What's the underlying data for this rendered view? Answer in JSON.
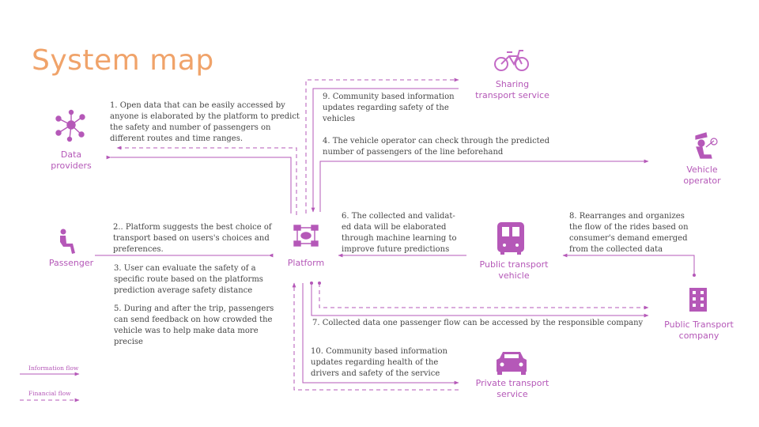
{
  "title": "System map",
  "colors": {
    "accent": "#b558b8",
    "title": "#f0a36a",
    "text": "#444444"
  },
  "nodes": {
    "data_providers": {
      "label1": "Data",
      "label2": "providers",
      "icon": "network-icon"
    },
    "passenger": {
      "label1": "Passenger",
      "icon": "seated-person-icon"
    },
    "platform": {
      "label1": "Platform",
      "icon": "platform-network-icon"
    },
    "sharing": {
      "label1": "Sharing",
      "label2": "transport service",
      "icon": "bicycle-icon"
    },
    "vehicle_operator": {
      "label1": "Vehicle",
      "label2": "operator",
      "icon": "driver-icon"
    },
    "public_vehicle": {
      "label1": "Public transport",
      "label2": "vehicle",
      "icon": "bus-icon"
    },
    "public_company": {
      "label1": "Public Transport",
      "label2": "company",
      "icon": "building-icon"
    },
    "private": {
      "label1": "Private transport",
      "label2": "service",
      "icon": "car-icon"
    }
  },
  "notes": {
    "n1": [
      "1. Open data that can be easily accessed by",
      "anyone is elaborated by the platform to predict",
      "the safety and number of passengers on",
      "different routes and time ranges."
    ],
    "n2": [
      "2.. Platform suggests the best choice of",
      "transport based on users's choices and",
      "preferences."
    ],
    "n3": [
      "3. User can evaluate the safety of a",
      "specific route based on the platforms",
      "prediction average safety distance"
    ],
    "n5": [
      "5. During and after the trip, passengers",
      "can send feedback on how crowded the",
      "vehicle was to help make data more",
      "precise"
    ],
    "n9": [
      "9. Community based information",
      "updates regarding safety of the",
      "vehicles"
    ],
    "n4": [
      "4. The vehicle operator can check through the predicted",
      "number of passengers of the line beforehand"
    ],
    "n6": [
      "6. The collected and validat-",
      "ed data will be elaborated",
      "through machine learning to",
      "improve future predictions"
    ],
    "n8": [
      "8. Rearranges and organizes",
      "the flow of the rides based on",
      "consumer's demand emerged",
      "from the collected data"
    ],
    "n7": [
      "7. Collected data one passenger flow can be accessed by the responsible company"
    ],
    "n10": [
      "10. Community based information",
      "updates regarding health of the",
      "drivers and safety of the service"
    ]
  },
  "legend": {
    "information": "Information flow",
    "financial": "Financial flow"
  }
}
